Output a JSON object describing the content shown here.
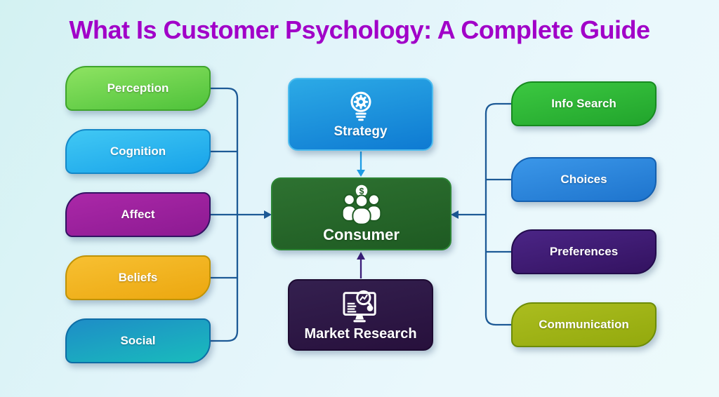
{
  "title": {
    "text": "What Is Customer Psychology: A Complete Guide",
    "color": "#a100c8"
  },
  "left_column": [
    {
      "label": "Perception",
      "color_top": "#8ee362",
      "color_bottom": "#4ec23a",
      "border": "#3fa52c"
    },
    {
      "label": "Cognition",
      "color_top": "#41c8f4",
      "color_bottom": "#17a2e9",
      "border": "#1488c8"
    },
    {
      "label": "Affect",
      "color_top": "#ab28a8",
      "color_bottom": "#8c1a92",
      "border": "#321263"
    },
    {
      "label": "Beliefs",
      "color_top": "#f7c032",
      "color_bottom": "#eca70f",
      "border": "#bf9307"
    },
    {
      "label": "Social",
      "color_top": "#1e8dc7",
      "color_bottom": "#19bcbc",
      "border": "#0d6da5"
    }
  ],
  "center_column": {
    "strategy": {
      "label": "Strategy",
      "icon": "lightbulb-gear-icon",
      "color_top": "#2caae6",
      "color_bottom": "#0e7ad2",
      "border": "#4fbdee"
    },
    "consumer": {
      "label": "Consumer",
      "icon": "consumer-group-icon",
      "color_top": "#2e7231",
      "color_bottom": "#1e5a22",
      "border": "#2c8534"
    },
    "market_research": {
      "label": "Market Research",
      "icon": "market-research-monitor-icon",
      "color_top": "#34204f",
      "color_bottom": "#27103c",
      "border": "#1d0a31"
    }
  },
  "right_column": [
    {
      "label": "Info Search",
      "color_top": "#3cc841",
      "color_bottom": "#21a42c",
      "border": "#178a20"
    },
    {
      "label": "Choices",
      "color_top": "#3b97e9",
      "color_bottom": "#1e74cd",
      "border": "#1460b0"
    },
    {
      "label": "Preferences",
      "color_top": "#4b2586",
      "color_bottom": "#331260",
      "border": "#230c4c"
    },
    {
      "label": "Communication",
      "color_top": "#abbd1f",
      "color_bottom": "#93a90d",
      "border": "#6d8c08"
    }
  ],
  "connectors": {
    "tree_color": "#1d5a96",
    "strategy_arrow_color": "#1e9ce4",
    "research_arrow_color": "#3c1d78"
  }
}
